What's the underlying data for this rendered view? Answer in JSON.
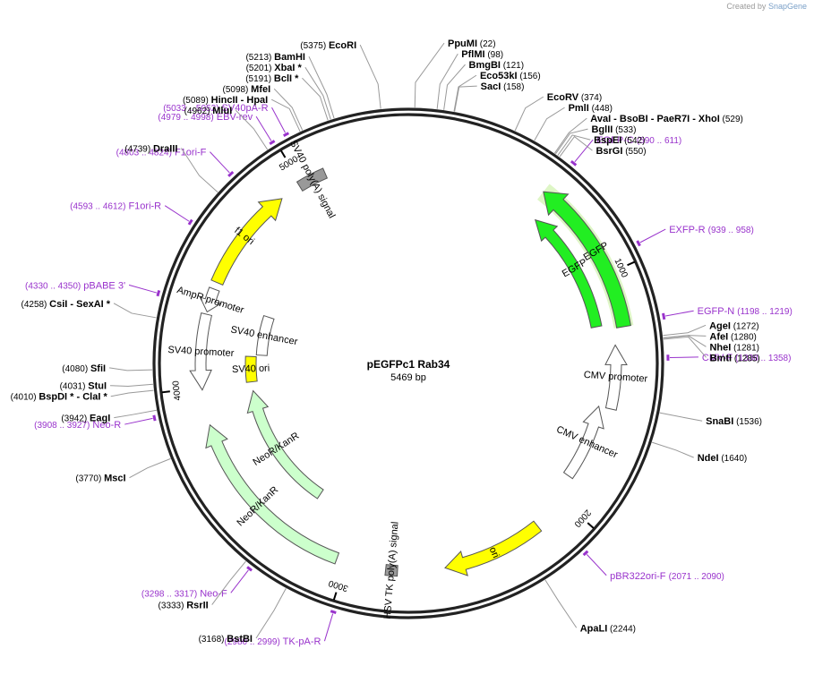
{
  "credit": {
    "prefix": "Created by",
    "brand": "SnapGene"
  },
  "plasmid": {
    "name": "pEGFPc1 Rab34",
    "length_label": "5469 bp",
    "length": 5469
  },
  "ticks": [
    {
      "pos": 1000,
      "label": "1000"
    },
    {
      "pos": 2000,
      "label": "2000"
    },
    {
      "pos": 3000,
      "label": "3000"
    },
    {
      "pos": 4000,
      "label": "4000"
    },
    {
      "pos": 5000,
      "label": "5000"
    }
  ],
  "sites": [
    {
      "name": "EcoRI",
      "pos": 5375,
      "pos_label": "(5375)"
    },
    {
      "name": "PpuMI",
      "pos": 22,
      "pos_label": "(22)"
    },
    {
      "name": "PflMI",
      "pos": 98,
      "pos_label": "(98)"
    },
    {
      "name": "BmgBI",
      "pos": 121,
      "pos_label": "(121)"
    },
    {
      "name": "Eco53kI",
      "pos": 156,
      "pos_label": "(156)"
    },
    {
      "name": "SacI",
      "pos": 158,
      "pos_label": "(158)"
    },
    {
      "name": "EcoRV",
      "pos": 374,
      "pos_label": "(374)"
    },
    {
      "name": "PmlI",
      "pos": 448,
      "pos_label": "(448)"
    },
    {
      "name": "AvaI  - BsoBI   - PaeR7I   - XhoI",
      "pos": 529,
      "pos_label": "(529)"
    },
    {
      "name": "BglII",
      "pos": 533,
      "pos_label": "(533)"
    },
    {
      "name": "BspEI",
      "pos": 542,
      "pos_label": "(542)"
    },
    {
      "name": "BsrGI",
      "pos": 550,
      "pos_label": "(550)"
    },
    {
      "name": "AgeI",
      "pos": 1272,
      "pos_label": "(1272)"
    },
    {
      "name": "AfeI",
      "pos": 1280,
      "pos_label": "(1280)"
    },
    {
      "name": "NheI",
      "pos": 1281,
      "pos_label": "(1281)"
    },
    {
      "name": "BmtI",
      "pos": 1285,
      "pos_label": "(1285)"
    },
    {
      "name": "SnaBI",
      "pos": 1536,
      "pos_label": "(1536)"
    },
    {
      "name": "NdeI",
      "pos": 1640,
      "pos_label": "(1640)"
    },
    {
      "name": "ApaLI",
      "pos": 2244,
      "pos_label": "(2244)"
    },
    {
      "name": "BstBI",
      "pos": 3168,
      "pos_label": "(3168)"
    },
    {
      "name": "RsrII",
      "pos": 3333,
      "pos_label": "(3333)"
    },
    {
      "name": "MscI",
      "pos": 3770,
      "pos_label": "(3770)"
    },
    {
      "name": "EagI",
      "pos": 3942,
      "pos_label": "(3942)"
    },
    {
      "name": "BspDI *  - ClaI *",
      "pos": 4010,
      "pos_label": "(4010)"
    },
    {
      "name": "StuI",
      "pos": 4031,
      "pos_label": "(4031)"
    },
    {
      "name": "SfiI",
      "pos": 4080,
      "pos_label": "(4080)"
    },
    {
      "name": "CsiI   - SexAI *",
      "pos": 4258,
      "pos_label": "(4258)"
    },
    {
      "name": "DraIII",
      "pos": 4739,
      "pos_label": "(4739)"
    },
    {
      "name": "MluI",
      "pos": 4962,
      "pos_label": "(4962)"
    },
    {
      "name": "HincII   - HpaI",
      "pos": 5089,
      "pos_label": "(5089)"
    },
    {
      "name": "MfeI",
      "pos": 5098,
      "pos_label": "(5098)"
    },
    {
      "name": "BclI *",
      "pos": 5191,
      "pos_label": "(5191)"
    },
    {
      "name": "XbaI *",
      "pos": 5201,
      "pos_label": "(5201)"
    },
    {
      "name": "BamHI",
      "pos": 5213,
      "pos_label": "(5213)"
    }
  ],
  "primers": [
    {
      "name": "EGFP-C",
      "range": "(590 .. 611)",
      "start": 590,
      "end": 611
    },
    {
      "name": "EXFP-R",
      "range": "(939 .. 958)",
      "start": 939,
      "end": 958
    },
    {
      "name": "EGFP-N",
      "range": "(1198 .. 1219)",
      "start": 1198,
      "end": 1219
    },
    {
      "name": "CMV-F",
      "range": "(1338 .. 1358)",
      "start": 1338,
      "end": 1358
    },
    {
      "name": "pBR322ori-F",
      "range": "(2071 .. 2090)",
      "start": 2071,
      "end": 2090
    },
    {
      "name": "TK-pA-R",
      "range": "(2980 .. 2999)",
      "start": 2980,
      "end": 2999
    },
    {
      "name": "Neo-F",
      "range": "(3298 .. 3317)",
      "start": 3298,
      "end": 3317
    },
    {
      "name": "Neo-R",
      "range": "(3908 .. 3927)",
      "start": 3908,
      "end": 3927
    },
    {
      "name": "pBABE 3'",
      "range": "(4330 .. 4350)",
      "start": 4330,
      "end": 4350
    },
    {
      "name": "F1ori-R",
      "range": "(4593 .. 4612)",
      "start": 4593,
      "end": 4612
    },
    {
      "name": "F1ori-F",
      "range": "(4803 .. 4824)",
      "start": 4803,
      "end": 4824
    },
    {
      "name": "EBV-rev",
      "range": "(4979 .. 4998)",
      "start": 4979,
      "end": 4998
    },
    {
      "name": "SV40pA-R",
      "range": "(5033 .. 5052)",
      "start": 5033,
      "end": 5052
    }
  ],
  "features": [
    {
      "name": "EGFP",
      "label": "EGFP",
      "color": "#22ee22",
      "start": 580,
      "end": 1220
    },
    {
      "name": "EGFP",
      "label": "EGFP",
      "color": "#22ee22",
      "start": 630,
      "end": 1200
    },
    {
      "name": "CMV promoter",
      "label": "CMV promoter",
      "color": "#ffffff",
      "start": 1290,
      "end": 1560
    },
    {
      "name": "CMV enhancer",
      "label": "CMV enhancer",
      "color": "#ffffff",
      "start": 1560,
      "end": 1900
    },
    {
      "name": "ori",
      "label": "ori",
      "color": "#ffff00",
      "start": 2150,
      "end": 2580
    },
    {
      "name": "HSV TK poly(A) signal",
      "label": "HSV TK poly(A) signal",
      "color": "#999999",
      "start": 2780,
      "end": 2830
    },
    {
      "name": "NeoR/KanR",
      "label": "NeoR/KanR",
      "color": "#ccffcc",
      "start": 3040,
      "end": 3840
    },
    {
      "name": "NeoR/KanR",
      "label": "NeoR/KanR",
      "color": "#ccffcc",
      "start": 3250,
      "end": 3950
    },
    {
      "name": "SV40 ori",
      "label": "SV40 ori",
      "color": "#ffff00",
      "start": 4000,
      "end": 4140
    },
    {
      "name": "SV40 enhancer",
      "label": "SV40 enhancer",
      "color": "#ffffff",
      "start": 4150,
      "end": 4380
    },
    {
      "name": "SV40 promoter",
      "label": "SV40 promoter",
      "color": "#ffffff",
      "start": 3990,
      "end": 4310
    },
    {
      "name": "AmpR promoter",
      "label": "AmpR promoter",
      "color": "#ffffff",
      "start": 4320,
      "end": 4420
    },
    {
      "name": "f1 ori",
      "label": "f1 ori",
      "color": "#ffff00",
      "start": 4450,
      "end": 4900
    },
    {
      "name": "SV40 poly(A) signal",
      "label": "SV40 poly(A) signal",
      "color": "#999999",
      "start": 4990,
      "end": 5110
    }
  ]
}
